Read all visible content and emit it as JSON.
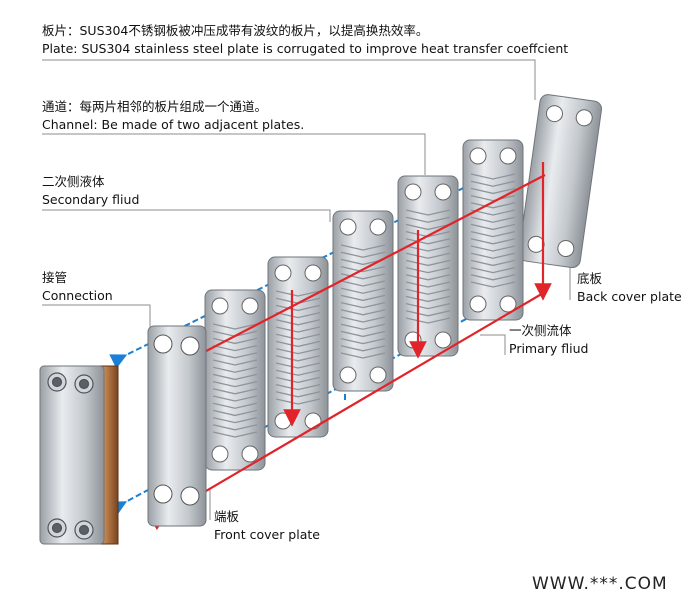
{
  "labels": {
    "plate": {
      "cn": "板片：SUS304不锈钢板被冲压成带有波纹的板片，以提高换热效率。",
      "en": "Plate: SUS304 stainless steel plate is corrugated to improve heat transfer coeffcient"
    },
    "channel": {
      "cn": "通道：每两片相邻的板片组成一个通道。",
      "en": "Channel: Be made of two adjacent plates."
    },
    "secondary": {
      "cn": "二次侧液体",
      "en": "Secondary fliud"
    },
    "connection": {
      "cn": "接管",
      "en": "Connection"
    },
    "back_cover": {
      "cn": "底板",
      "en": "Back cover plate"
    },
    "primary": {
      "cn": "一次侧流体",
      "en": "Primary fliud"
    },
    "front_cover": {
      "cn": "端板",
      "en": "Front cover plate"
    }
  },
  "watermark": "WWW.***.COM",
  "colors": {
    "primary_flow": "#e0242a",
    "secondary_flow": "#1a7fd6",
    "plate_steel": "#c9cdd2",
    "copper": "#b8703a",
    "leader_line": "#8c8c8c"
  }
}
